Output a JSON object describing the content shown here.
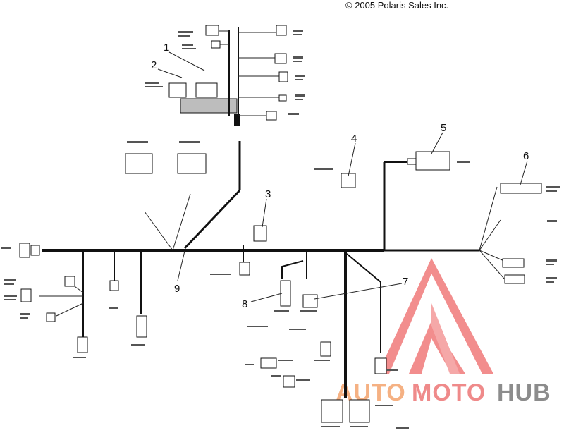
{
  "copyright": "© 2005 Polaris Sales Inc.",
  "callouts": [
    "1",
    "2",
    "3",
    "4",
    "5",
    "6",
    "7",
    "8",
    "9"
  ],
  "watermark": {
    "part1": "AUTO",
    "part2": "MOTO",
    "part3": "HUB",
    "color_orange": "#f5b183",
    "color_red": "#ef8a8a",
    "color_gray": "#8c8c8c",
    "logo_color": "#f07a7a"
  }
}
